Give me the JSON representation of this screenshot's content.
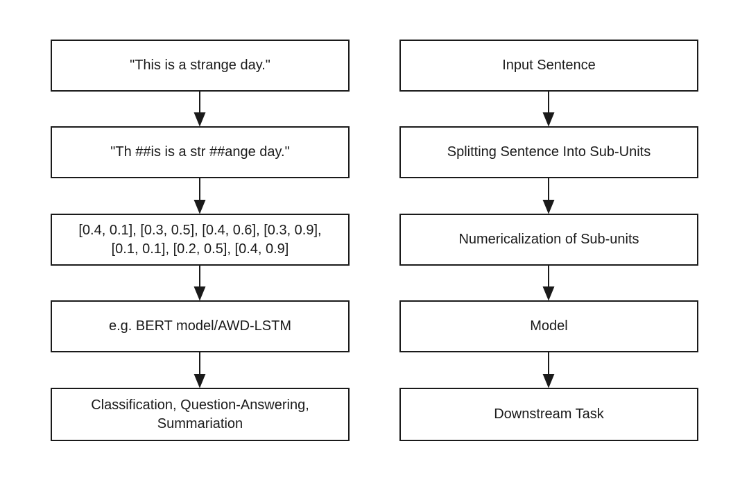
{
  "left_flow": {
    "steps": [
      "\"This is a strange day.\"",
      "\"Th ##is is a str ##ange day.\"",
      "[0.4, 0.1], [0.3, 0.5], [0.4, 0.6], [0.3, 0.9],\n[0.1, 0.1], [0.2, 0.5], [0.4, 0.9]",
      "e.g. BERT model/AWD-LSTM",
      "Classification, Question-Answering,\nSummariation"
    ]
  },
  "right_flow": {
    "steps": [
      "Input Sentence",
      "Splitting Sentence Into Sub-Units",
      "Numericalization of Sub-units",
      "Model",
      "Downstream Task"
    ]
  },
  "colors": {
    "stroke": "#1a1a1a",
    "background": "#ffffff"
  }
}
